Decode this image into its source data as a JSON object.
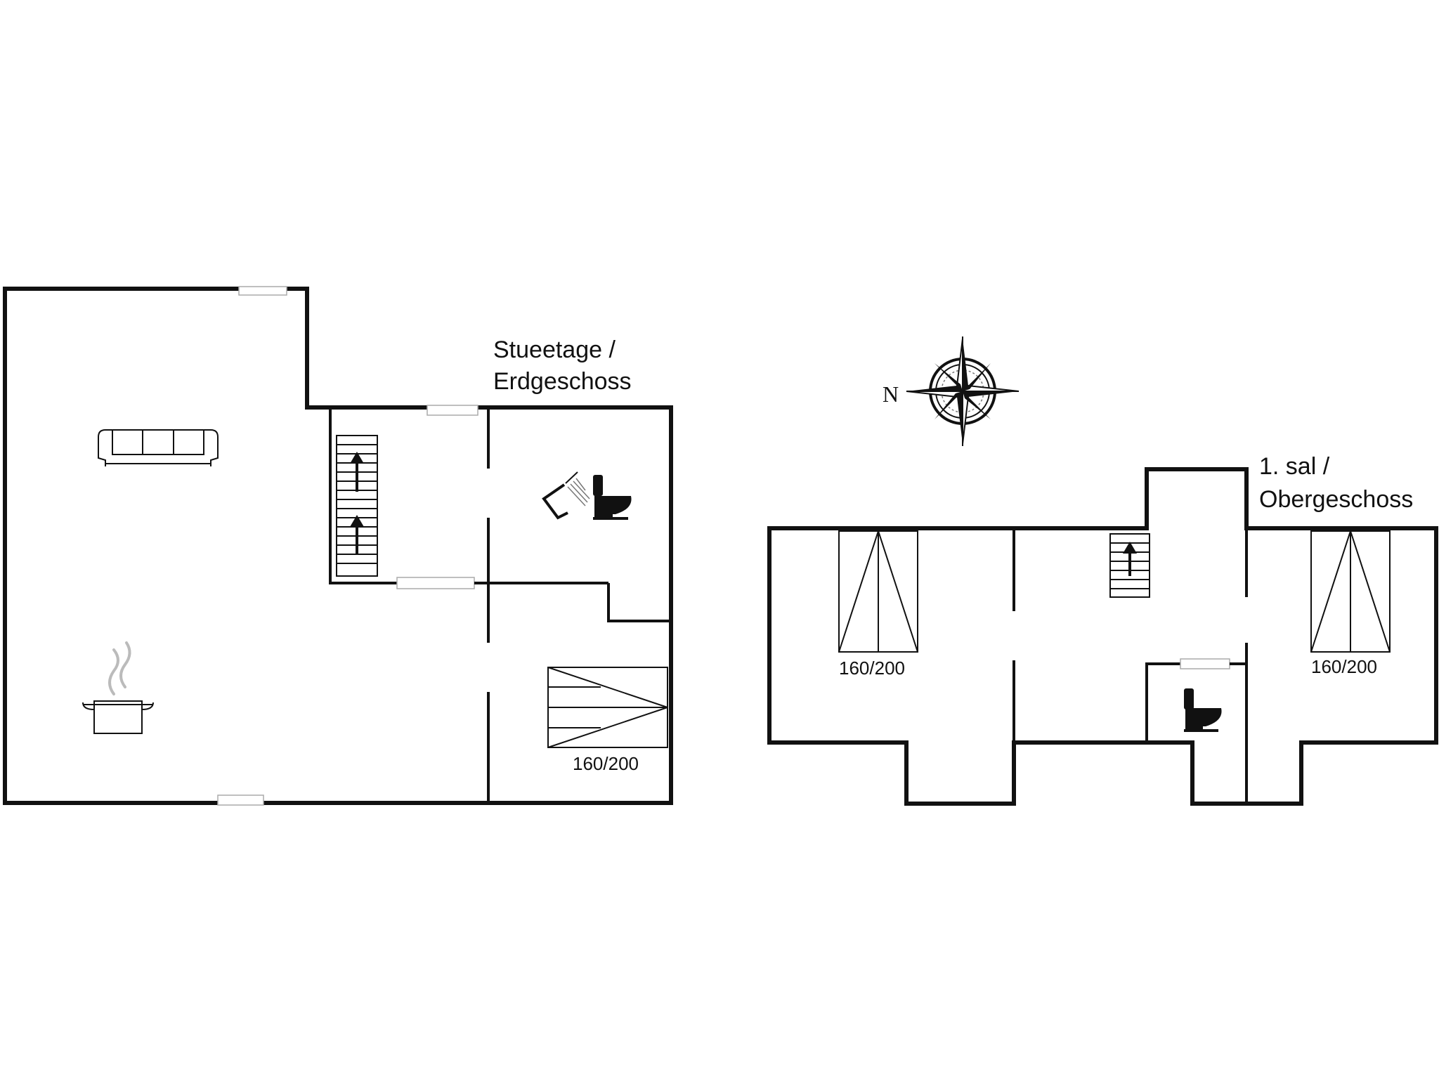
{
  "floors": {
    "ground": {
      "label_line1": "Stueetage /",
      "label_line2": "Erdgeschoss",
      "bed_size": "160/200"
    },
    "upper": {
      "label_line1": "1. sal /",
      "label_line2": "Obergeschoss",
      "bed_left_size": "160/200",
      "bed_right_size": "160/200"
    }
  },
  "compass": {
    "north_label": "N",
    "icon": "compass-rose-icon"
  },
  "icons": {
    "sofa": "sofa-icon",
    "cooking_pot": "cooking-pot-icon",
    "toilet": "toilet-icon",
    "shower": "shower-icon",
    "stairs": "stairs-up-icon",
    "bed": "double-bed-icon"
  },
  "colors": {
    "wall": "#111111",
    "background": "#ffffff",
    "door_gap": "#aaaaaa"
  }
}
